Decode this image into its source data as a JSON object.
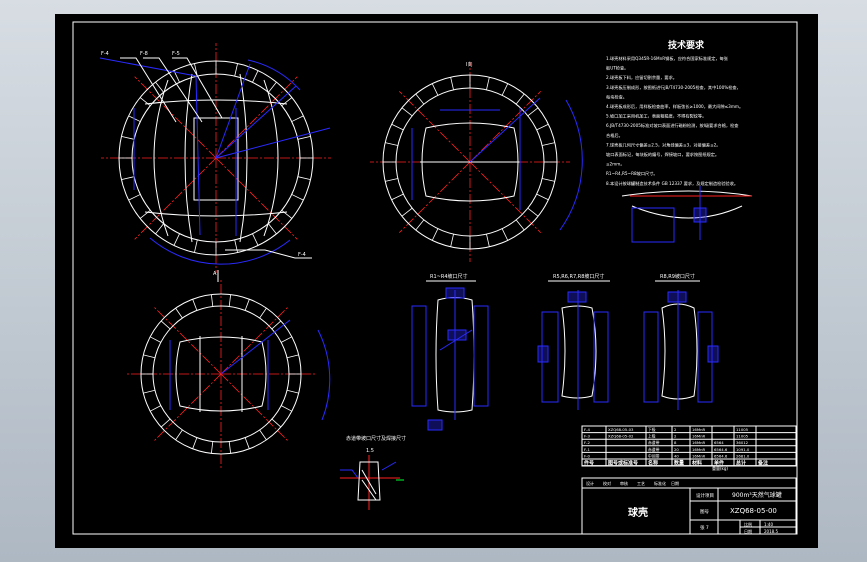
{
  "tech": {
    "title": "技术要求",
    "lines": [
      "1.球壳材料采用Q345R-16MnR钢板，应符合国家标准规定，每张",
      "  板UT检查。",
      "2.球壳板下料，应留切割余量，要求。",
      "3.球壳板压制成形，按图纸进行JB/T4730-2005检查，其中100%检查，",
      "  每块检查。",
      "4.球壳板成形后，用样板检查曲率，样板弦长≥1000，最大间隙≤3mm。",
      "5.坡口加工采用机加工，表面粗糙度，不得有裂纹等。",
      "6.JB/T4730-2005标准对坡口表面进行磁粉检测，按I级要求合格，检查",
      "  合格后。",
      "7.球壳板几何尺寸偏差≤2.5，对角线偏差≤3，对接偏差≤2。",
      "  坡口表面标记，每块板的编号，焊接坡口，要求按图纸规定。",
      "  ≤2mm。",
      "     R1~R4,R5~R8坡口尺寸。",
      "8.本设计按球罐制造技术条件 GB 12337 要求，及规定制造检验验收。"
    ]
  },
  "circle_labels": {
    "tl_tags": [
      "F-4",
      "F-8",
      "F-5"
    ],
    "tl_side": "F-4",
    "tr_top": "Ⅰ向",
    "bl_top": "A"
  },
  "details": {
    "d1": "R1~R4坡口尺寸",
    "d2": "R5,R6,R7,R8坡口尺寸",
    "d3": "R8,R9坡口尺寸",
    "weld": "赤道带坡口尺寸及焊接尺寸",
    "weld_dim": "1.5"
  },
  "bom": {
    "rows": [
      [
        "F-4",
        "XZQ68-05-03",
        "下极",
        "2",
        "16MnR",
        "",
        "11005",
        ""
      ],
      [
        "F-3",
        "XZQ68-05-02",
        "上极",
        "2",
        "16MnR",
        "",
        "11005",
        ""
      ],
      [
        "F-2",
        "",
        "赤道带",
        "8",
        "16MnR",
        "6564",
        "36012",
        ""
      ],
      [
        "F-1",
        "",
        "赤道带",
        "20",
        "16MnR",
        "6564.6",
        "1091.0",
        ""
      ],
      [
        "F-0",
        "",
        "中间带",
        "40",
        "16MnR",
        "6564.6",
        "2681.0",
        ""
      ]
    ],
    "header": [
      "件号",
      "图号或标准号",
      "名称",
      "数量",
      "材料",
      "单件",
      "总计",
      "备注"
    ],
    "weight_label": "重量(kg)"
  },
  "title_block": {
    "part_name": "球壳",
    "project": "900m³天然气球罐",
    "drawing_no": "XZQ68-05-00",
    "label_project": "设计项目",
    "label_drawing": "图号",
    "label_scale": "比例",
    "scale": "1:40",
    "sheet_label": "张 7",
    "date": "2018.5",
    "label_date": "日期",
    "row_labels": [
      "设计",
      "校对",
      "审核",
      "工艺",
      "标准化",
      "日期"
    ]
  },
  "colors": {
    "background": "#000000",
    "line": "#ffffff",
    "center": "#ff2020",
    "dim": "#2a2aff",
    "green": "#00ff30"
  }
}
